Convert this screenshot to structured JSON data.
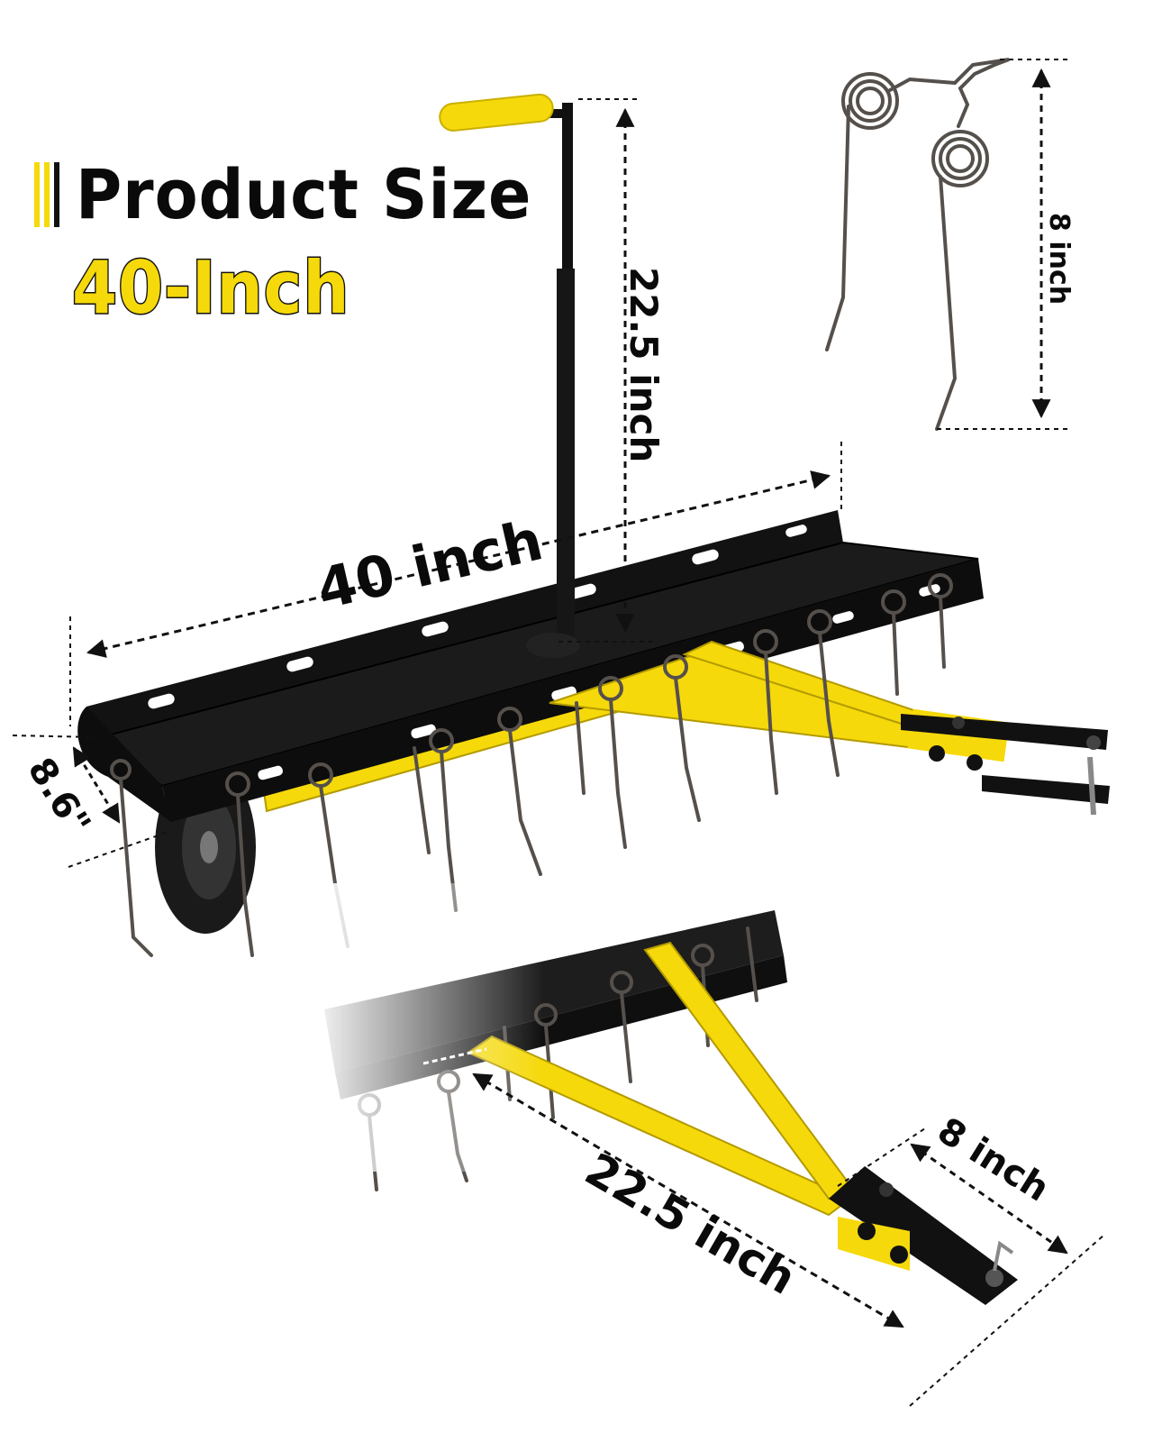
{
  "header": {
    "title": "Product Size",
    "subtitle": "40-Inch"
  },
  "dimensions": {
    "handle_height": "22.5 inch",
    "tine_height": "8 inch",
    "frame_width": "40 inch",
    "frame_depth": "8.6\"",
    "tow_bar_length": "22.5 inch",
    "hitch_width": "8 inch"
  },
  "colors": {
    "accent_yellow": "#f5d90a",
    "frame_black": "#111111",
    "tine_steel": "#55504b",
    "dimension_line": "#111111"
  }
}
